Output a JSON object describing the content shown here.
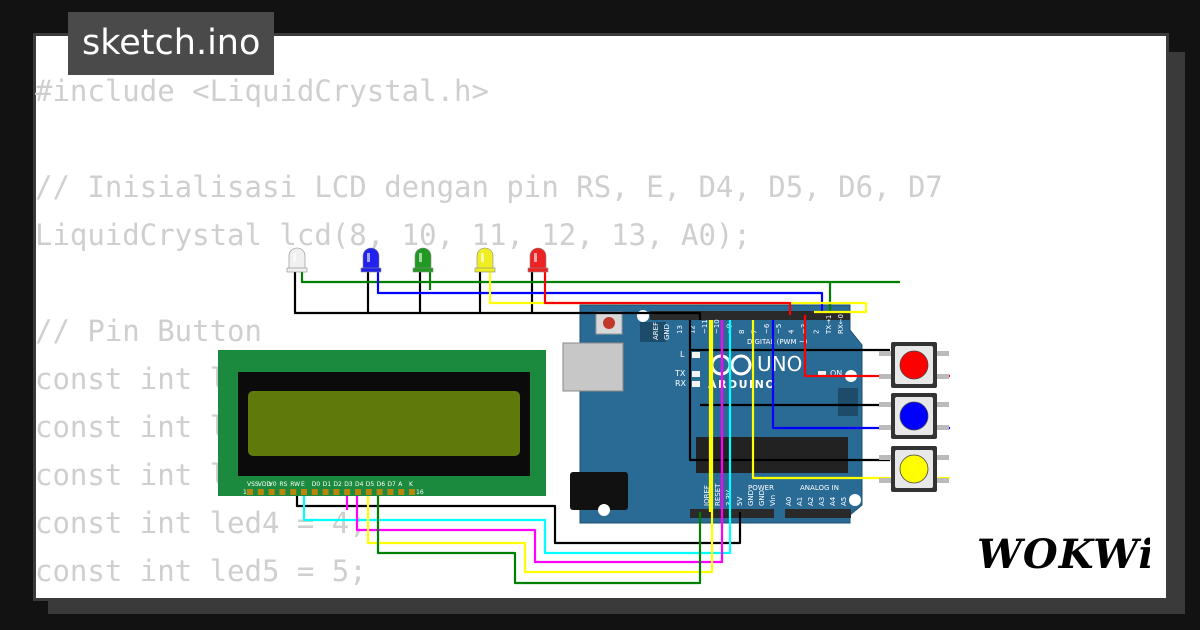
{
  "header": {
    "filename": "sketch.ino"
  },
  "code": {
    "lines": [
      "#include <LiquidCrystal.h>",
      "",
      "// Inisialisasi LCD dengan pin RS, E, D4, D5, D6, D7",
      "LiquidCrystal lcd(8, 10, 11, 12, 13, A0);",
      "",
      "// Pin Button",
      "const int led1 = 1;",
      "const int led2 = 2;",
      "const int led3 = 3;",
      "const int led4 = 4;",
      "const int led5 = 5;"
    ]
  },
  "brand": {
    "logo_text": "WOKWi"
  },
  "arduino": {
    "model": "UNO",
    "brand": "ARDUINO",
    "digital_label": "DIGITAL (PWM ~)",
    "aref": "AREF",
    "gnd": "GND",
    "digital_pins": [
      "13",
      "12",
      "~11",
      "~10",
      "~9",
      "8",
      "7",
      "~6",
      "~5",
      "4",
      "~3",
      "2",
      "TX→1",
      "RX←0"
    ],
    "power_label": "POWER",
    "power_pins": [
      "IOREF",
      "RESET",
      "3.3V",
      "5V",
      "GND",
      "GND",
      "Vin"
    ],
    "analog_label": "ANALOG IN",
    "analog_pins": [
      "A0",
      "A1",
      "A2",
      "A3",
      "A4",
      "A5"
    ],
    "led_l": "L",
    "led_tx": "TX",
    "led_rx": "RX",
    "on_label": "ON"
  },
  "lcd": {
    "pin_labels": [
      "VSS",
      "VDD",
      "V0",
      "RS",
      "RW",
      "E",
      "D0",
      "D1",
      "D2",
      "D3",
      "D4",
      "D5",
      "D6",
      "D7",
      "A",
      "K"
    ],
    "pin_first": "1",
    "pin_last": "16"
  },
  "leds": [
    {
      "color": "#f0f0f0"
    },
    {
      "color": "#2222ee"
    },
    {
      "color": "#229922"
    },
    {
      "color": "#eeee22"
    },
    {
      "color": "#ee2222"
    }
  ],
  "buttons": [
    {
      "color": "#ff0000"
    },
    {
      "color": "#0000ff"
    },
    {
      "color": "#ffff00"
    }
  ],
  "colors": {
    "board": "#2a6b96",
    "lcd_pcb": "#1b8a3f",
    "lcd_screen": "#5d7a0a",
    "wire_black": "#000000",
    "wire_green": "#008000",
    "wire_blue": "#0000ff",
    "wire_yellow": "#ffff00",
    "wire_red": "#ff0000",
    "wire_cyan": "#00ffff",
    "wire_magenta": "#ff00ff"
  }
}
